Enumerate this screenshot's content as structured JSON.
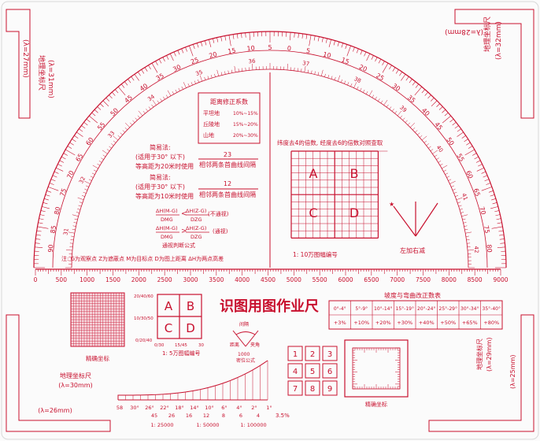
{
  "theme": {
    "ink": "#c8102e",
    "sheet": "#fbfbfb",
    "fill_light": "#f6d6dc"
  },
  "protractor": {
    "labels": [
      {
        "a": 5,
        "t": "90"
      },
      {
        "a": 10,
        "t": "85"
      },
      {
        "a": 15,
        "t": "80"
      },
      {
        "a": 20,
        "t": "75"
      },
      {
        "a": 25,
        "t": "70"
      },
      {
        "a": 30,
        "t": "65"
      },
      {
        "a": 35,
        "t": "60"
      },
      {
        "a": 40,
        "t": "55"
      },
      {
        "a": 45,
        "t": "50"
      },
      {
        "a": 50,
        "t": "45"
      },
      {
        "a": 55,
        "t": "40"
      },
      {
        "a": 60,
        "t": "35"
      },
      {
        "a": 65,
        "t": "30"
      },
      {
        "a": 70,
        "t": "25"
      },
      {
        "a": 75,
        "t": "20"
      },
      {
        "a": 80,
        "t": "15"
      },
      {
        "a": 85,
        "t": "10"
      },
      {
        "a": 90,
        "t": "5"
      },
      {
        "a": 95,
        "t": "0"
      },
      {
        "a": 100,
        "t": "5"
      },
      {
        "a": 105,
        "t": "10"
      },
      {
        "a": 110,
        "t": "15"
      },
      {
        "a": 115,
        "t": "20"
      },
      {
        "a": 120,
        "t": "25"
      },
      {
        "a": 125,
        "t": "30"
      },
      {
        "a": 130,
        "t": "35"
      },
      {
        "a": 135,
        "t": "40"
      },
      {
        "a": 140,
        "t": "45"
      },
      {
        "a": 145,
        "t": "50"
      },
      {
        "a": 150,
        "t": "55"
      },
      {
        "a": 155,
        "t": "60"
      },
      {
        "a": 160,
        "t": "65"
      },
      {
        "a": 165,
        "t": "70"
      },
      {
        "a": 170,
        "t": "75"
      },
      {
        "a": 175,
        "t": "80"
      }
    ],
    "inner_labels": [
      {
        "a": 10,
        "t": "31"
      },
      {
        "a": 25,
        "t": "32"
      },
      {
        "a": 40,
        "t": "33"
      },
      {
        "a": 55,
        "t": "34"
      },
      {
        "a": 70,
        "t": "35"
      },
      {
        "a": 85,
        "t": "36"
      },
      {
        "a": 100,
        "t": "37"
      },
      {
        "a": 115,
        "t": "38"
      },
      {
        "a": 130,
        "t": "39"
      },
      {
        "a": 145,
        "t": "40"
      },
      {
        "a": 160,
        "t": "41"
      },
      {
        "a": 175,
        "t": "42"
      }
    ],
    "right_inner": [
      {
        "a": 10,
        "t": "60"
      },
      {
        "a": 25,
        "t": "55"
      },
      {
        "a": 40,
        "t": "50"
      },
      {
        "a": 55,
        "t": "45"
      },
      {
        "a": 70,
        "t": "40"
      },
      {
        "a": 85,
        "t": "35"
      },
      {
        "a": 100,
        "t": "30"
      },
      {
        "a": 115,
        "t": "25"
      },
      {
        "a": 130,
        "t": "20"
      },
      {
        "a": 145,
        "t": "15"
      }
    ]
  },
  "distance_box": {
    "title": "距离修正系数",
    "rows": [
      {
        "k": "平坦地",
        "v": "10%~15%"
      },
      {
        "k": "丘陵地",
        "v": "15%~20%"
      },
      {
        "k": "山地",
        "v": "20%~30%"
      }
    ]
  },
  "method1": {
    "title": "简易法:",
    "cond": "(适用于30° 以下)",
    "rule": "等高距为20米时使用",
    "num": "23",
    "den": "相邻两条首曲线间隔"
  },
  "method2": {
    "title": "简易法:",
    "cond": "(适用于30° 以下)",
    "rule": "等高距为10米时使用",
    "num": "12",
    "den": "相邻两条首曲线间隔"
  },
  "formula": {
    "lhs1": "ΔH(M-G)",
    "rhs1": "ΔH(Z-G)",
    "d1": "DMG",
    "d2": "DZG",
    "note1": "(不通视)",
    "note2": "(通视)",
    "caption": "通视判断公式"
  },
  "legend_line": "注: G为观察点  Z为遮蔽点  M为目标点  D为图上距离  ΔH为两点高差",
  "grid_panel": {
    "title": "纬度去4的倍数, 经度去6的倍数对照查取",
    "caption": "1: 10万图幅编号",
    "quad": [
      "A",
      "B",
      "C",
      "D"
    ]
  },
  "turn_label": "左加右减",
  "bottom_scale": [
    "0",
    "500",
    "1000",
    "1500",
    "2000",
    "2500",
    "3000",
    "3500",
    "4000",
    "4500",
    "5000",
    "5500",
    "6000",
    "6500",
    "7000",
    "7500",
    "8000",
    "8500",
    "9000"
  ],
  "left_scale_label": "地理坐标尺",
  "left_scale_lambda": "(λ=31mm)",
  "left_scale_top": "(λ=27mm)",
  "right_scale_label": "地理坐标尺",
  "right_scale_lambda": "(λ=32mm)",
  "right_scale_top": "(λ=28mm)",
  "title": "识图用图作业尺",
  "abcd": [
    "A",
    "B",
    "C",
    "D"
  ],
  "abcd_caption": "1: 5万图幅编号",
  "abcd_left": [
    "20/40/60",
    "10/30/50",
    "0/20/40"
  ],
  "abcd_bottom": [
    "0/30",
    "15/45",
    "30"
  ],
  "precise_caption": "精确坐标",
  "precise_caption2": "精确坐标",
  "slope_table": {
    "title": "坡度与弯曲改正数表",
    "head": [
      "0°-4°",
      "5°-9°",
      "10°-14°",
      "15°-19°",
      "20°-24°",
      "25°-29°",
      "30°-34°",
      "35°-40°"
    ],
    "vals": [
      "+3%",
      "+10%",
      "+20%",
      "+30%",
      "+40%",
      "+50%",
      "+65%",
      "+80%"
    ]
  },
  "compass": {
    "a": "间隔",
    "b": "距离",
    "c": "夹角",
    "d": "1000",
    "e": "密位公式"
  },
  "keypad": [
    "1",
    "2",
    "3",
    "4",
    "5",
    "6",
    "7",
    "8",
    "9"
  ],
  "slope_curve": {
    "top": [
      "30°",
      "26°",
      "22°",
      "18°",
      "14°",
      "10°",
      "6°",
      "4°",
      "2°",
      "1°"
    ],
    "top_first": "58",
    "mid": [
      "45",
      "26",
      "16",
      "12",
      "8",
      "6",
      "4"
    ],
    "bottom": [
      "1: 25000",
      "1: 50000",
      "1: 100000"
    ],
    "pct": "3.5%"
  },
  "left_bottom": {
    "label": "地理坐标尺",
    "l1": "(λ=30mm)",
    "l2": "(λ=26mm)"
  },
  "right_bottom": {
    "label": "地理坐标尺",
    "l1": "(λ=29mm)",
    "l2": "(λ=25mm)"
  }
}
